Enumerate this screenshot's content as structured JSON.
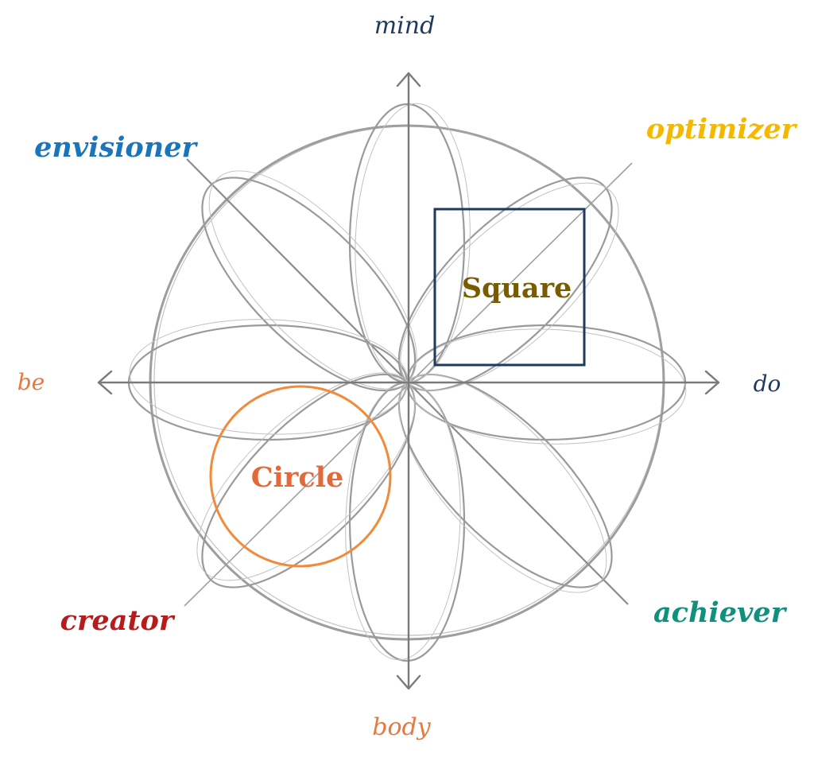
{
  "axes": {
    "top": "mind",
    "bottom": "body",
    "left": "be",
    "right": "do"
  },
  "corners": {
    "top_left": "envisioner",
    "top_right": "optimizer",
    "bottom_left": "creator",
    "bottom_right": "achiever"
  },
  "shapes": {
    "square": "Square",
    "circle": "Circle"
  },
  "colors": {
    "axis_label": "#1f3a5f",
    "be_body": "#e9783f",
    "envisioner": "#1b75bb",
    "optimizer": "#f5b800",
    "creator": "#b71c1c",
    "achiever": "#11907e",
    "square_stroke": "#1f3a5f",
    "square_text": "#7a5c00",
    "circle_stroke": "#f28a3c",
    "circle_text": "#e2693a",
    "sketch": "#8c8c8c"
  }
}
